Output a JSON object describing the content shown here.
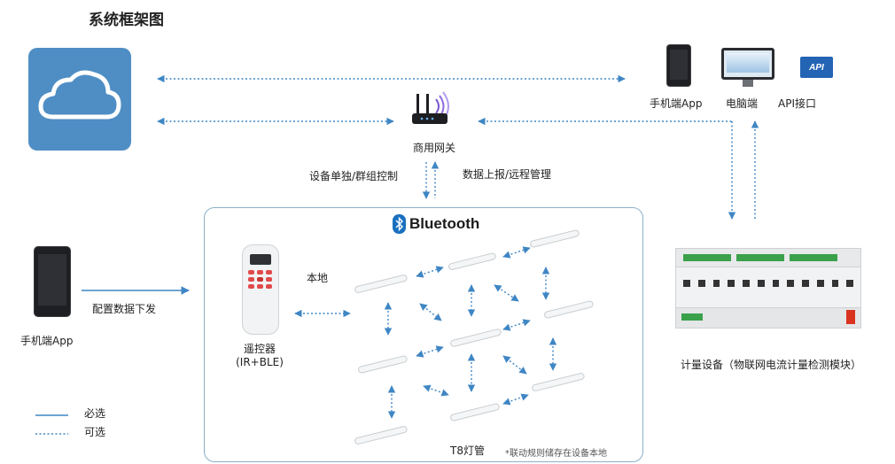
{
  "title": "系统框架图",
  "nodes": {
    "mobile_app_top": "手机端App",
    "pc": "电脑端",
    "api": "API接口",
    "gateway": "商用网关",
    "mobile_app_left": "手机端App",
    "remote_line1": "遥控器",
    "remote_line2": "(IR+BLE)",
    "local": "本地",
    "meter": "计量设备（物联网电流计量检测模块）",
    "t8": "T8灯管"
  },
  "edges": {
    "down_control": "设备单独/群组控制",
    "up_report": "数据上报/远程管理",
    "config_push": "配置数据下发"
  },
  "bluetooth": {
    "label": "Bluetooth",
    "color": "#1a6fbf"
  },
  "api_icon_text": "API",
  "note": "*联动规则储存在设备本地",
  "legend": {
    "required": "必选",
    "optional": "可选",
    "line_color": "#3f86c4"
  },
  "colors": {
    "cloud": "#4f8ec4",
    "accent": "#3f86c4",
    "box_border": "#8ab0c8"
  }
}
